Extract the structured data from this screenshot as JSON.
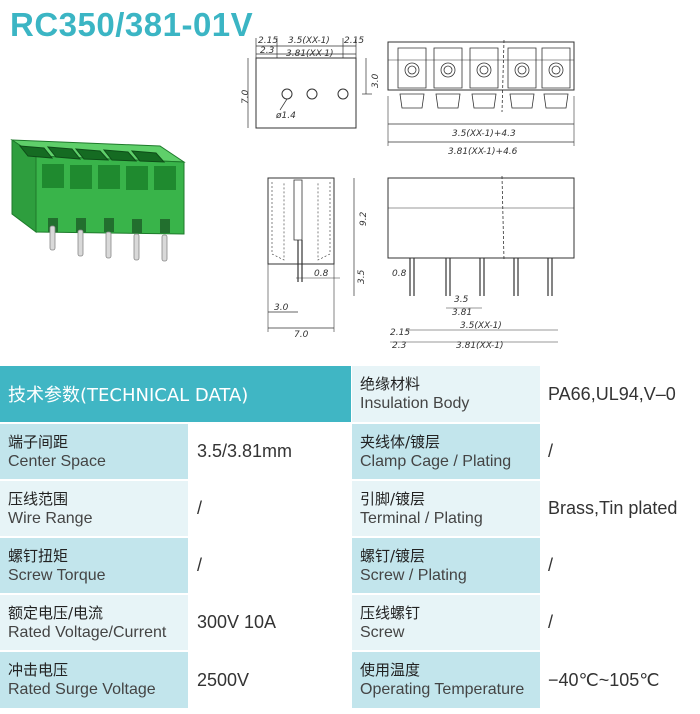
{
  "title": "RC350/381-01V",
  "colors": {
    "accent": "#3bb5c4",
    "header_bg": "#40b6c4",
    "label_bg_dark": "#c2e5ec",
    "label_bg_light": "#e7f4f7",
    "product_green": "#3cb44b"
  },
  "drawing_labels": {
    "top": {
      "d215a": "2.15",
      "d23": "2.3",
      "d35xx": "3.5(XX-1)",
      "d381xx": "3.81(XX-1)",
      "d215b": "2.15",
      "d70": "7.0",
      "d30": "3.0",
      "hole": "ø1.4"
    },
    "front": {
      "w1": "3.5(XX-1)+4.3",
      "w2": "3.81(XX-1)+4.6"
    },
    "side": {
      "d92": "9.2",
      "d08": "0.8",
      "d35": "3.5",
      "d30": "3.0",
      "d70": "7.0"
    },
    "bottom": {
      "d08": "0.8",
      "d35": "3.5",
      "d381": "3.81",
      "d215": "2.15",
      "d23": "2.3",
      "d35xx": "3.5(XX-1)",
      "d381xx": "3.81(XX-1)"
    }
  },
  "table": {
    "header_left": "技术参数(TECHNICAL DATA)",
    "header_right": {
      "zh": "绝缘材料",
      "en": "Insulation Body",
      "value": "PA66,UL94,V–0"
    },
    "rows": [
      {
        "left": {
          "zh": "端子间距",
          "en": "Center Space",
          "value": "3.5/3.81mm"
        },
        "right": {
          "zh": "夹线体/镀层",
          "en": "Clamp Cage / Plating",
          "value": "/"
        }
      },
      {
        "left": {
          "zh": "压线范围",
          "en": "Wire Range",
          "value": "/"
        },
        "right": {
          "zh": "引脚/镀层",
          "en": "Terminal / Plating",
          "value": "Brass,Tin plated"
        }
      },
      {
        "left": {
          "zh": "螺钉扭矩",
          "en": "Screw Torque",
          "value": "/"
        },
        "right": {
          "zh": "螺钉/镀层",
          "en": "Screw / Plating",
          "value": "/"
        }
      },
      {
        "left": {
          "zh": "额定电压/电流",
          "en": "Rated Voltage/Current",
          "value": "300V 10A"
        },
        "right": {
          "zh": "压线螺钉",
          "en": "Screw",
          "value": "/"
        }
      },
      {
        "left": {
          "zh": "冲击电压",
          "en": "Rated Surge Voltage",
          "value": "2500V"
        },
        "right": {
          "zh": "使用温度",
          "en": "Operating Temperature",
          "value": "−40℃~105℃"
        }
      }
    ]
  }
}
